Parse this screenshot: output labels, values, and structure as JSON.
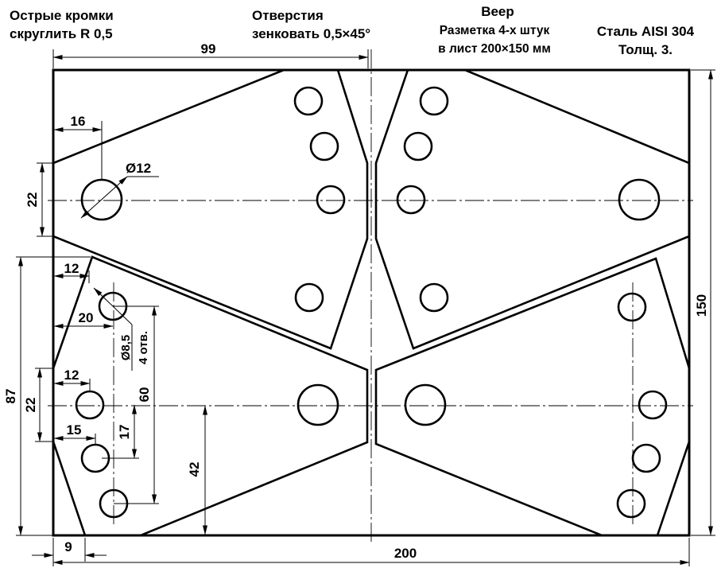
{
  "notes": {
    "edges_line1": "Острые кромки",
    "edges_line2": "скруглить R 0,5",
    "holes_line1": "Отверстия",
    "holes_line2": "зенковать 0,5×45°",
    "title": "Веер",
    "layout_line1": "Разметка 4-х штук",
    "layout_line2": "в лист 200×150 мм",
    "material_line1": "Сталь AISI 304",
    "material_line2": "Толщ. 3."
  },
  "dimensions": {
    "d99": "99",
    "d16": "16",
    "d22_top": "22",
    "d12_diameter": "Ø12",
    "d12_a": "12",
    "d20": "20",
    "d8_5": "Ø8,5",
    "holes_count": "4 отв.",
    "d87": "87",
    "d12_b": "12",
    "d22_bottom": "22",
    "d60": "60",
    "d15": "15",
    "d17": "17",
    "d42": "42",
    "d9": "9",
    "d200": "200",
    "d150": "150"
  }
}
